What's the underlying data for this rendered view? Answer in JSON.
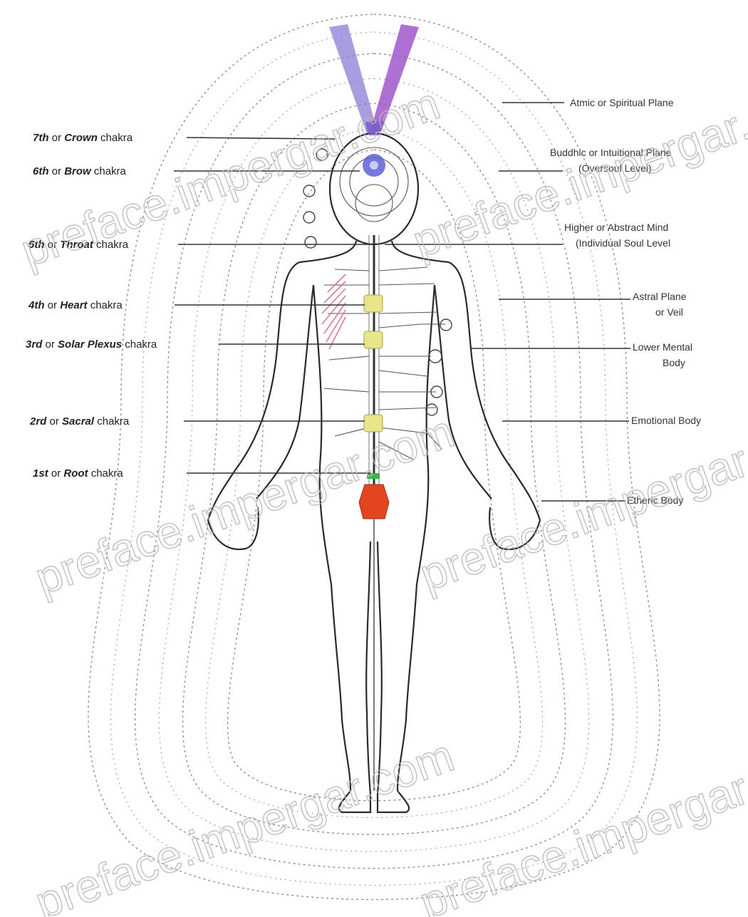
{
  "left_labels": [
    {
      "ord": "7th",
      "name": "Crown",
      "suffix": "chakra"
    },
    {
      "ord": "6th",
      "name": "Brow",
      "suffix": "chakra"
    },
    {
      "ord": "5th",
      "name": "Throat",
      "suffix": "chakra"
    },
    {
      "ord": "4th",
      "name": "Heart",
      "suffix": "chakra"
    },
    {
      "ord": "3rd",
      "name": "Solar Plexus",
      "suffix": "chakra"
    },
    {
      "ord": "2rd",
      "name": "Sacral",
      "suffix": "chakra"
    },
    {
      "ord": "1st",
      "name": "Root",
      "suffix": "chakra"
    }
  ],
  "connector": "or",
  "right_labels": [
    {
      "lines": [
        "Atmic or Spiritual Plane"
      ]
    },
    {
      "lines": [
        "Buddhic or Intuitional Plane",
        "(Oversoul Level)"
      ]
    },
    {
      "lines": [
        "Higher or Abstract Mind",
        "(Individual Soul Level"
      ]
    },
    {
      "lines": [
        "Astral Plane",
        "or Veil"
      ]
    },
    {
      "lines": [
        "Lower Mental",
        "Body"
      ]
    },
    {
      "lines": [
        "Emotional Body"
      ]
    },
    {
      "lines": [
        "Etheric Body"
      ]
    }
  ],
  "watermark": "preface.impergar.com",
  "colors": {
    "crown": "#7b5cc9",
    "brow": "#5a63d6",
    "heart_nerves": "#d77a9c",
    "chakra_yellow": "#e8e58a",
    "root": "#e2451f",
    "root_green": "#3fb34a"
  }
}
